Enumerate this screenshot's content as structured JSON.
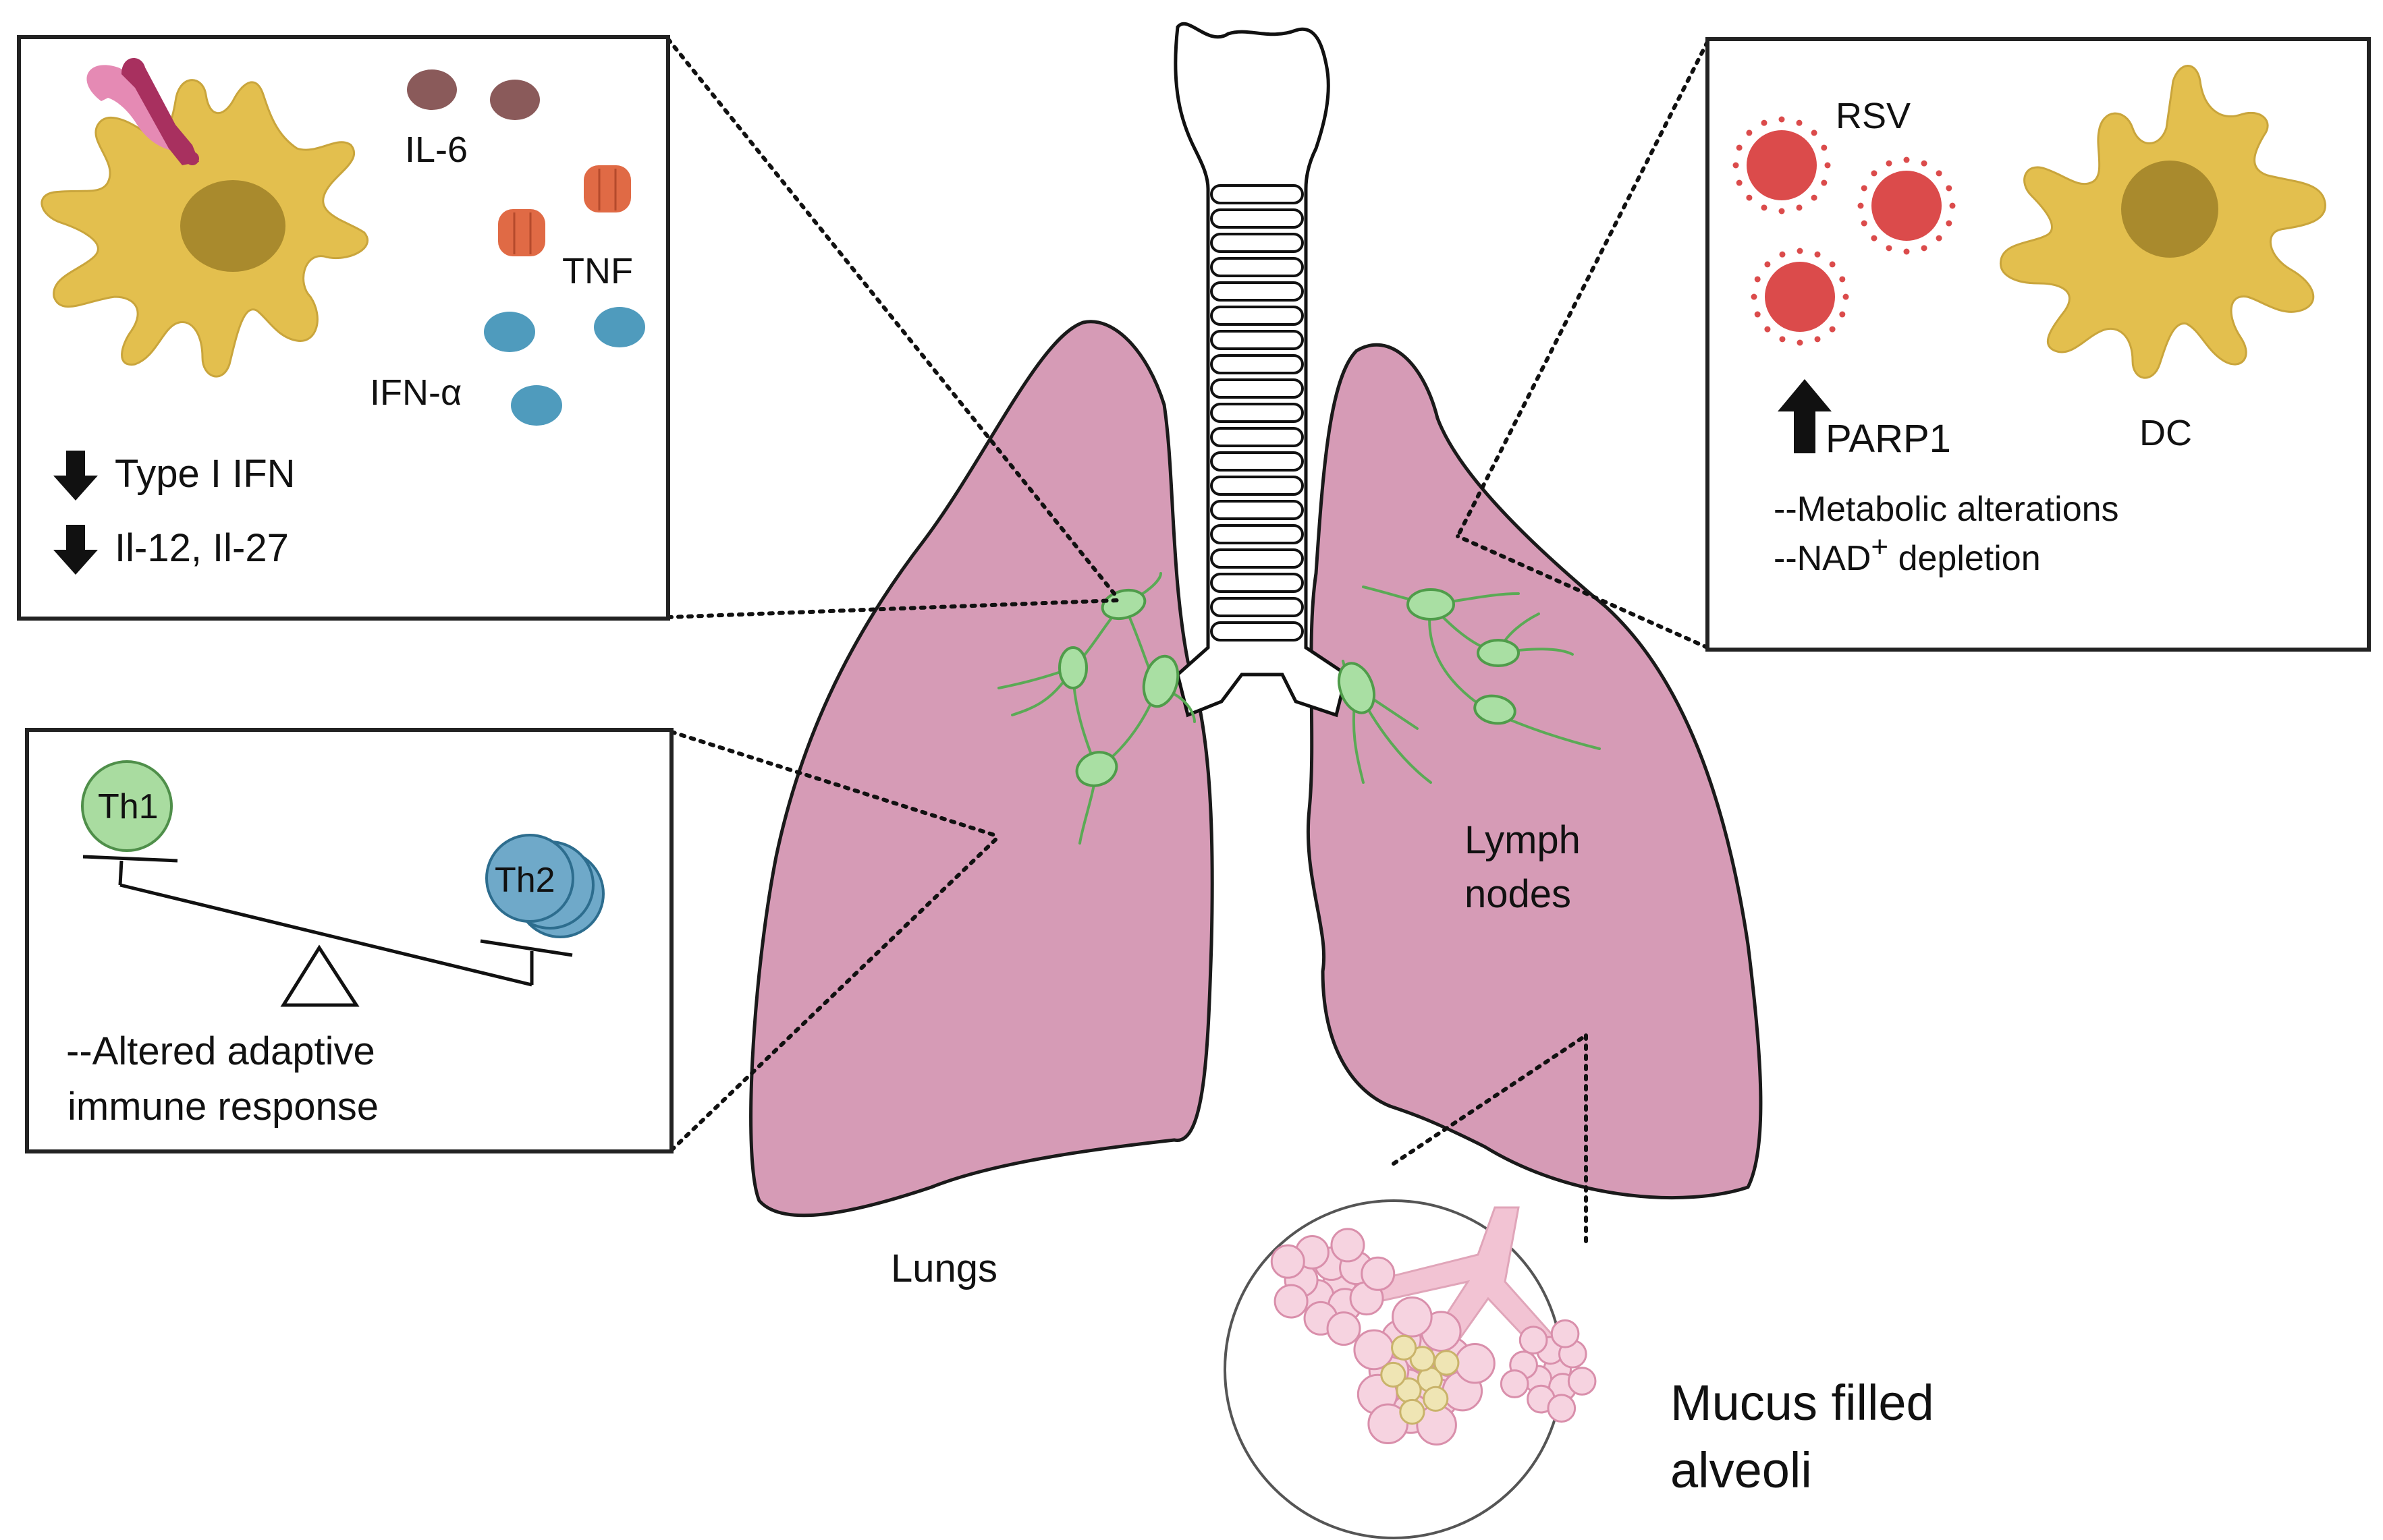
{
  "left_top_panel": {
    "il6": "IL-6",
    "tnf": "TNF",
    "ifna": "IFN-α",
    "type1": "Type I IFN",
    "il12": "Il-12, Il-27",
    "arrow_icon": "down-arrow-icon"
  },
  "left_bottom_panel": {
    "th1": "Th1",
    "th2": "Th2",
    "line1": "--Altered adaptive",
    "line2": "immune response"
  },
  "right_panel": {
    "rsv": "RSV",
    "dc": "DC",
    "parp1": "PARP1",
    "line1": "--Metabolic alterations",
    "line2_pre": "--NAD",
    "line2_sup": "+",
    "line2_post": " depletion",
    "arrow_icon": "up-arrow-icon"
  },
  "labels": {
    "lungs": "Lungs",
    "lymph1": "Lymph",
    "lymph2": "nodes",
    "mucus1": "Mucus filled",
    "mucus2": "alveoli"
  },
  "colors": {
    "lung": "#d69bb6",
    "dendritic_cell": "#e3bf4e",
    "dc_nucleus": "#a98a2d",
    "lymph_node": "#a9dfa3",
    "il6": "#8a5a5a",
    "tnf": "#e06a45",
    "ifna": "#4f9bbd",
    "rsv": "#db4b4b",
    "th1": "#a9dca0",
    "th2": "#6fa9c9"
  }
}
